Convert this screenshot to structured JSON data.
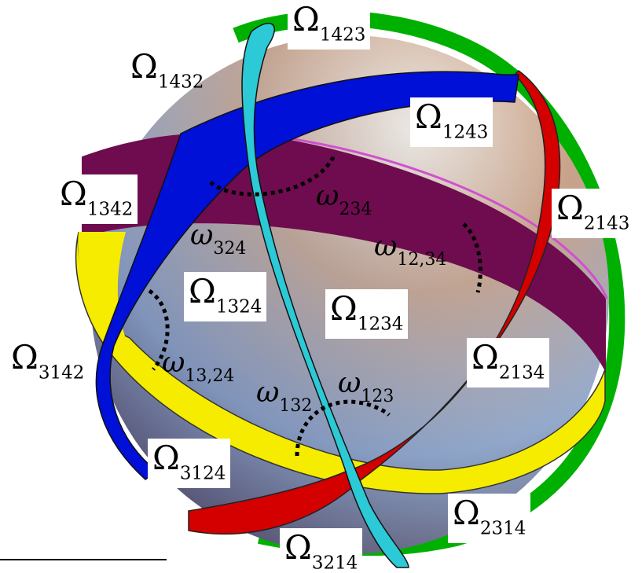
{
  "colors": {
    "sphere_light": "#f2ece4",
    "sphere_warm": "#c69a7c",
    "sphere_dark": "#4e3846",
    "sphere_blue": "#8da4c8",
    "ring_green": "#00b000",
    "ring_cyan": "#2cc9d6",
    "ring_blue": "#0010d6",
    "ring_red": "#d40000",
    "ring_purple": "#6e0c4f",
    "ring_yellow": "#f5ec00",
    "ring_edge_pink": "#d050d0"
  },
  "vertex_labels": [
    {
      "id": "L1423",
      "sym": "Ω",
      "sub": "1423"
    },
    {
      "id": "L1432",
      "sym": "Ω",
      "sub": "1432"
    },
    {
      "id": "L1243",
      "sym": "Ω",
      "sub": "1243"
    },
    {
      "id": "L1342",
      "sym": "Ω",
      "sub": "1342"
    },
    {
      "id": "L2143",
      "sym": "Ω",
      "sub": "2143"
    },
    {
      "id": "L1324",
      "sym": "Ω",
      "sub": "1324"
    },
    {
      "id": "L1234",
      "sym": "Ω",
      "sub": "1234"
    },
    {
      "id": "L3142",
      "sym": "Ω",
      "sub": "3142"
    },
    {
      "id": "L2134",
      "sym": "Ω",
      "sub": "2134"
    },
    {
      "id": "L3124",
      "sym": "Ω",
      "sub": "3124"
    },
    {
      "id": "L2314",
      "sym": "Ω",
      "sub": "2314"
    },
    {
      "id": "L3214",
      "sym": "Ω",
      "sub": "3214"
    }
  ],
  "angle_labels": [
    {
      "id": "w234",
      "sym": "ω",
      "sub": "234"
    },
    {
      "id": "w324",
      "sym": "ω",
      "sub": "324"
    },
    {
      "id": "w1234",
      "sym": "ω",
      "sub": "12,34"
    },
    {
      "id": "w1324",
      "sym": "ω",
      "sub": "13,24"
    },
    {
      "id": "w132",
      "sym": "ω",
      "sub": "132"
    },
    {
      "id": "w123",
      "sym": "ω",
      "sub": "123"
    }
  ]
}
